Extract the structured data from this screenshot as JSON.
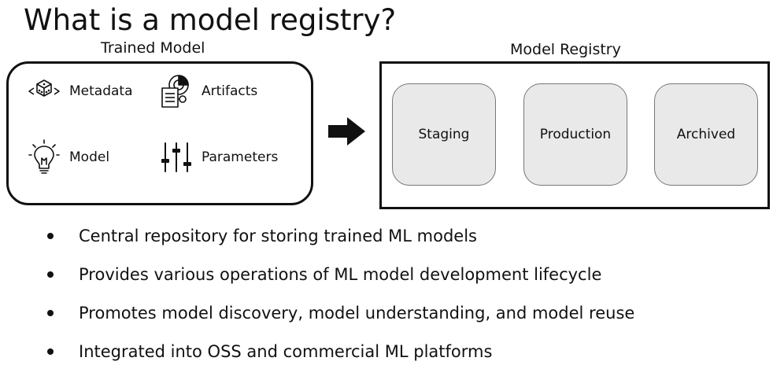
{
  "title": "What is a model registry?",
  "trained_model": {
    "label": "Trained Model",
    "components": [
      {
        "label": "Metadata",
        "icon": "metadata-cubes-icon"
      },
      {
        "label": "Artifacts",
        "icon": "artifacts-document-icon"
      },
      {
        "label": "Model",
        "icon": "lightbulb-icon"
      },
      {
        "label": "Parameters",
        "icon": "sliders-icon"
      }
    ]
  },
  "arrow_icon": "right-arrow-icon",
  "model_registry": {
    "label": "Model Registry",
    "stages": [
      {
        "label": "Staging"
      },
      {
        "label": "Production"
      },
      {
        "label": "Archived"
      }
    ]
  },
  "bullets": [
    "Central repository for storing trained ML models",
    "Provides various operations of ML model development lifecycle",
    "Promotes model discovery, model understanding, and model reuse",
    "Integrated into OSS and commercial ML platforms"
  ],
  "colors": {
    "text": "#111111",
    "stage_fill": "#e9e9e9",
    "stage_border": "#777777",
    "background": "#ffffff"
  }
}
